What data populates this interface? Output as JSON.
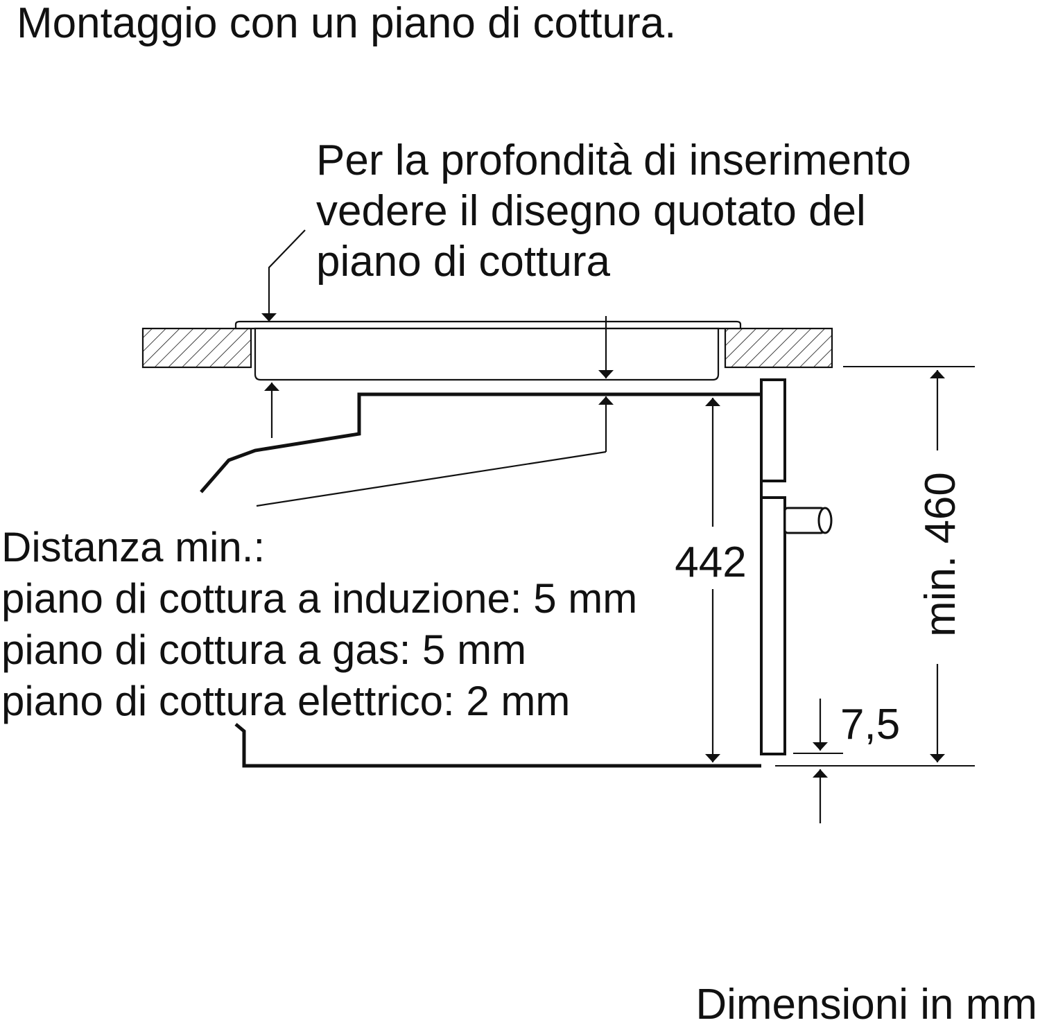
{
  "title": "Montaggio con un piano di cottura.",
  "note": {
    "lines": [
      "Per la profondità di inserimento",
      "vedere il disegno quotato del",
      "piano di cottura"
    ]
  },
  "distance": {
    "heading": "Distanza min.:",
    "induction": "piano di cottura a induzione: 5 mm",
    "gas": "piano di cottura a gas: 5 mm",
    "electric": "piano di cottura elettrico: 2 mm"
  },
  "dimensions": {
    "appliance_height": "442",
    "niche_height": "min. 460",
    "offset": "7,5"
  },
  "footer": "Dimensioni in mm"
}
